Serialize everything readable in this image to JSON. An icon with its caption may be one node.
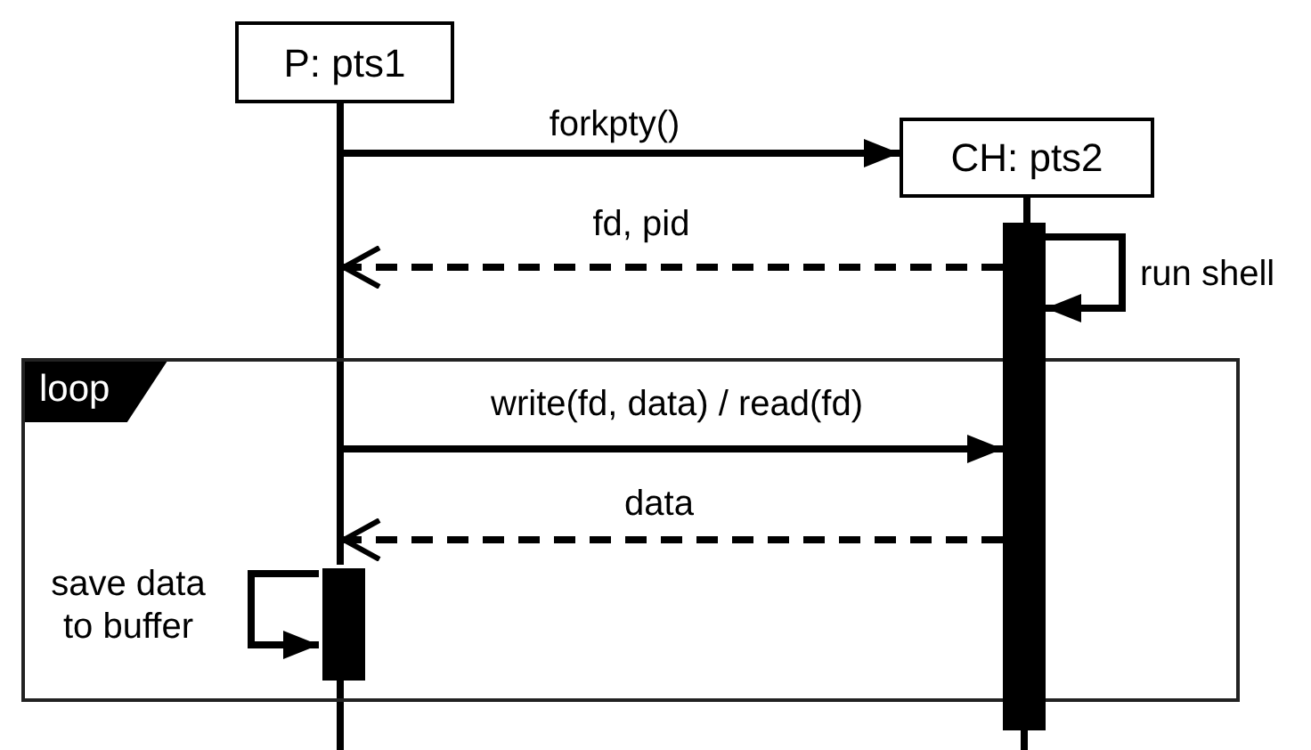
{
  "diagram": {
    "nodes": [
      {
        "text": [
          "P: pts1"
        ]
      },
      {
        "text": [],
        "shape": "line"
      },
      {
        "text": [
          "CH: pts2"
        ]
      },
      {
        "text": [],
        "shape": "bar"
      },
      {
        "text": [
          "loop"
        ]
      },
      {
        "text": [],
        "shape": "bar",
        "in": 4
      }
    ],
    "edges": [
      {
        "from": 1,
        "to": 2,
        "arrow": "to",
        "label": "forkpty()"
      },
      {
        "from": 3,
        "to": 1,
        "arrow": "to",
        "label": "fd, pid",
        "style": "dashed"
      },
      {
        "from": 3,
        "to": 3,
        "arrow": "to",
        "label": "run shell"
      },
      {
        "from": 1,
        "to": 3,
        "arrow": "to",
        "label": "write(fd, data) / read(fd)"
      },
      {
        "from": 3,
        "to": 1,
        "arrow": "to",
        "label": "data",
        "style": "dashed"
      },
      {
        "from": 5,
        "to": 5,
        "arrow": "to",
        "label": "save data to buffer"
      },
      {
        "from": 2,
        "to": 3,
        "arrow": "none"
      }
    ]
  }
}
